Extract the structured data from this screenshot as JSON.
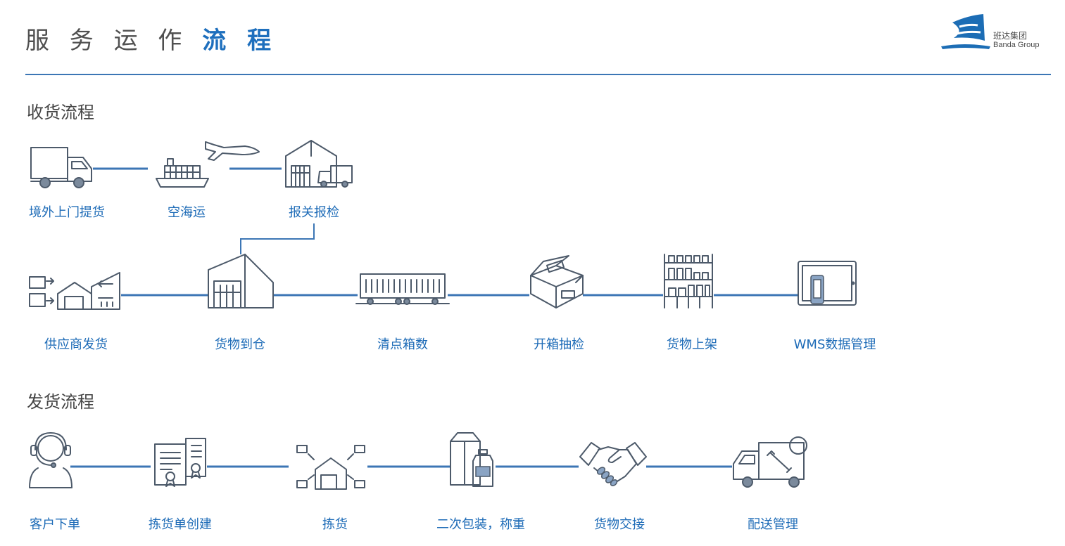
{
  "header": {
    "title_light": "服 务 运 作",
    "title_bold": "流 程",
    "logo_cn": "班达集团",
    "logo_en": "Banda Group"
  },
  "colors": {
    "accent": "#1e6fbd",
    "label": "#1d6bb7",
    "connector": "#3c76b5",
    "icon_stroke": "#4d5a6a",
    "logo_blue": "#1c6db5"
  },
  "receiving": {
    "heading": "收货流程",
    "top_steps": [
      {
        "label": "境外上门提货",
        "icon": "truck-icon"
      },
      {
        "label": "空海运",
        "icon": "ship-plane-icon"
      },
      {
        "label": "报关报检",
        "icon": "customs-warehouse-icon"
      }
    ],
    "steps": [
      {
        "label": "供应商发货",
        "icon": "supplier-factory-icon"
      },
      {
        "label": "货物到仓",
        "icon": "warehouse-icon"
      },
      {
        "label": "清点箱数",
        "icon": "container-icon"
      },
      {
        "label": "开箱抽检",
        "icon": "open-box-icon"
      },
      {
        "label": "货物上架",
        "icon": "shelf-icon"
      },
      {
        "label": "WMS数据管理",
        "icon": "tablet-icon"
      }
    ]
  },
  "shipping": {
    "heading": "发货流程",
    "steps": [
      {
        "label": "客户下单",
        "icon": "customer-service-icon"
      },
      {
        "label": "拣货单创建",
        "icon": "documents-icon"
      },
      {
        "label": "拣货",
        "icon": "picking-icon"
      },
      {
        "label": "二次包装，称重",
        "icon": "packaging-icon"
      },
      {
        "label": "货物交接",
        "icon": "handshake-icon"
      },
      {
        "label": "配送管理",
        "icon": "delivery-truck-icon"
      }
    ]
  }
}
